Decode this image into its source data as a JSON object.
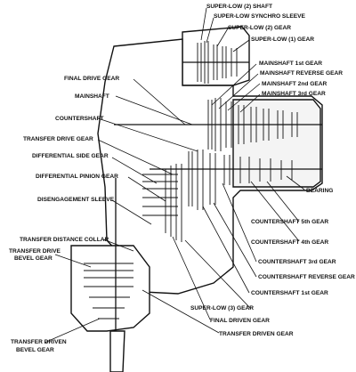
{
  "labels": {
    "super_low_2_shaft": "SUPER-LOW (2) SHAFT",
    "super_low_synchro_sleeve": "SUPER-LOW SYNCHRO SLEEVE",
    "super_low_2_gear": "SUPER-LOW (2) GEAR",
    "super_low_1_gear": "SUPER-LOW (1) GEAR",
    "final_drive_gear": "FINAL DRIVE GEAR",
    "mainshaft_1st_gear": "MAINSHAFT 1st GEAR",
    "mainshaft_reverse_gear": "MAINSHAFT REVERSE GEAR",
    "mainshaft": "MAINSHAFT",
    "mainshaft_2nd_gear": "MAINSHAFT 2nd GEAR",
    "mainshaft_3rd_gear": "MAINSHAFT 3rd GEAR",
    "countershaft": "COUNTERSHAFT",
    "transfer_drive_gear": "TRANSFER DRIVE GEAR",
    "differential_side_gear": "DIFFERENTIAL SIDE GEAR",
    "differential_pinion_gear": "DIFFERENTIAL PINION GEAR",
    "bearing": "BEARING",
    "disengagement_sleeve": "DISENGAGEMENT SLEEVE",
    "countershaft_5th_gear": "COUNTERSHAFT 5th GEAR",
    "transfer_distance_collar": "TRANSFER DISTANCE COLLAR",
    "countershaft_4th_gear": "COUNTERSHAFT 4th GEAR",
    "transfer_drive_bevel_gear_line1": "TRANSFER DRIVE",
    "transfer_drive_bevel_gear_line2": "BEVEL GEAR",
    "countershaft_3rd_gear": "COUNTERSHAFT 3rd GEAR",
    "countershaft_reverse_gear": "COUNTERSHAFT REVERSE GEAR",
    "countershaft_1st_gear": "COUNTERSHAFT 1st GEAR",
    "super_low_3_gear": "SUPER-LOW (3) GEAR",
    "final_driven_gear": "FINAL DRIVEN GEAR",
    "transfer_driven_gear": "TRANSFER DRIVEN GEAR",
    "transfer_driven_bevel_gear_line1": "TRANSFER DRIVEN",
    "transfer_driven_bevel_gear_line2": "BEVEL GEAR"
  }
}
